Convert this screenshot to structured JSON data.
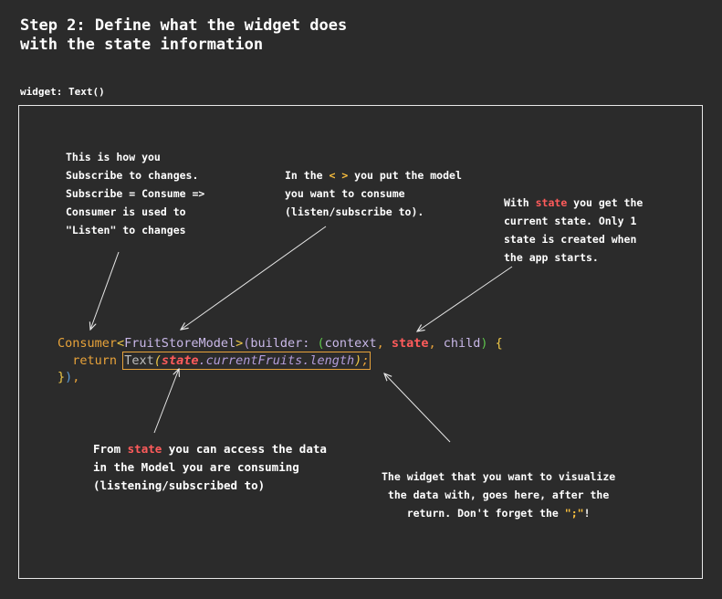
{
  "title": "Step 2: Define what the widget does\nwith the state information",
  "widget_label": "widget: Text()",
  "notes": {
    "consumer": "This is how you\nSubscribe to changes.\nSubscribe = Consume =>\nConsumer is used to\n\"Listen\" to changes",
    "model_pre": "In the ",
    "model_brackets": "< >",
    "model_post": " you put the model\nyou want to consume\n(listen/subscribe to).",
    "state_pre": "With ",
    "state_word": "state",
    "state_post": " you get the\ncurrent state. Only 1\nstate is created when\nthe app starts.",
    "from_pre": "From ",
    "from_word": "state",
    "from_post": " you can access the data\nin the Model you are consuming\n(listening/subscribed to)",
    "widget_text": "The widget that you want to visualize\nthe data with, goes here, after the\nreturn. Don't forget the ",
    "widget_semicolon": "\";\"",
    "widget_end": "!"
  },
  "code": {
    "line1": {
      "consumer": "Consumer",
      "lt": "<",
      "model": "FruitStoreModel",
      "gt": ">",
      "paren_open": "(",
      "builder": "builder: ",
      "args_open": "(",
      "context": "context",
      "comma1": ", ",
      "state": "state",
      "comma2": ", ",
      "child": "child",
      "args_close": ")",
      "brace": " {"
    },
    "line2": {
      "return": "return",
      "text": "Text",
      "paren_open": "(",
      "state": "state",
      "member": ".currentFruits.length",
      "paren_close": ")",
      "semicolon": ";"
    },
    "line3": {
      "brace": "}",
      "paren": ")",
      "comma": ","
    }
  }
}
